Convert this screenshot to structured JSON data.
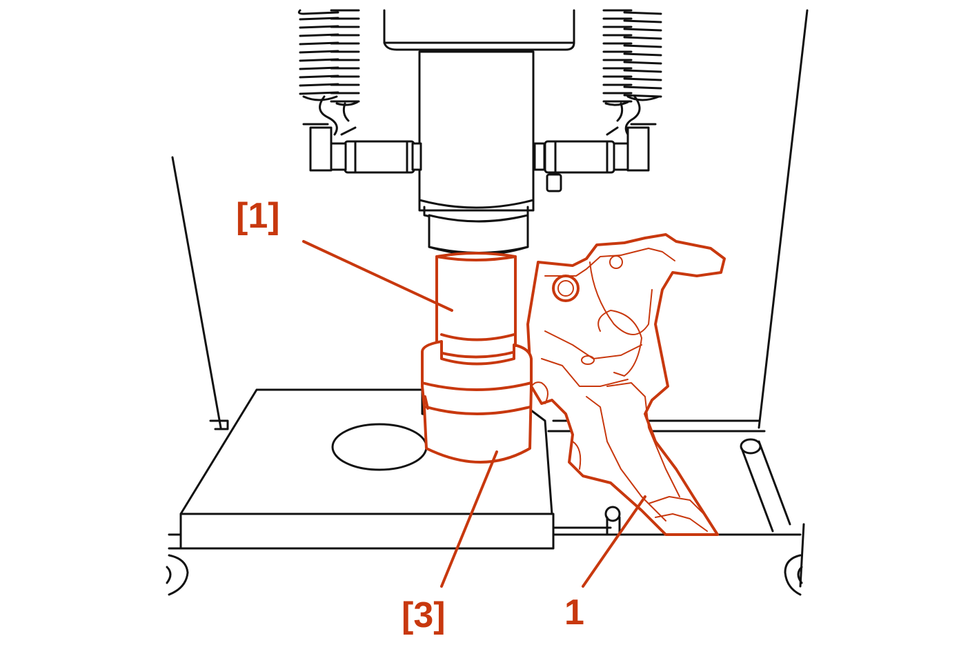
{
  "callouts": {
    "tool_1": "[1]",
    "tool_3": "[3]",
    "part_1": "1"
  },
  "colors": {
    "highlight": "#c8380e",
    "line": "#111111",
    "background": "#ffffff"
  }
}
